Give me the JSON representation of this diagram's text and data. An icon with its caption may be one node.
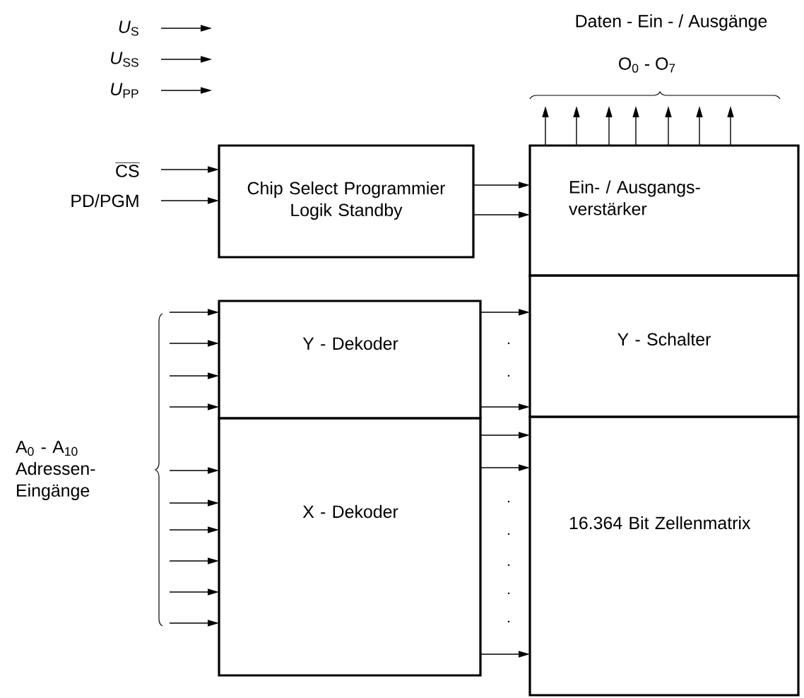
{
  "diagram": {
    "nodes": [
      {
        "text": [
          "Chip Select Programmier Logik Standby"
        ]
      },
      {
        "text": [
          "Ein- / Ausgangs- verstärker"
        ]
      },
      {
        "text": [
          "Y - Schalter"
        ]
      },
      {
        "text": [
          "16.364 Bit Zellenmatrix"
        ]
      },
      {
        "text": [
          "Y - Dekoder"
        ]
      },
      {
        "text": [
          "X - Dekoder"
        ]
      },
      {
        "text": [
          "*U*$_{S}$"
        ]
      },
      {
        "text": [
          "*U*$_{SS}$"
        ]
      },
      {
        "text": [
          "*U*$_{PP}$"
        ]
      },
      {
        "text": [
          "CS"
        ]
      },
      {
        "text": [
          "PD/PGM"
        ]
      }
    ],
    "edges": [
      {
        "from": 6,
        "to": null,
        "arrow": "to"
      },
      {
        "from": 7,
        "to": null,
        "arrow": "to"
      },
      {
        "from": 8,
        "to": null,
        "arrow": "to"
      },
      {
        "from": 9,
        "to": 0,
        "arrow": "to"
      },
      {
        "from": 10,
        "to": 0,
        "arrow": "to"
      },
      {
        "from": 0,
        "to": 1,
        "arrow": "to"
      },
      {
        "from": 0,
        "to": 1,
        "arrow": "to"
      },
      {
        "from": null,
        "to": 4,
        "arrow": "to"
      },
      {
        "from": null,
        "to": 4,
        "arrow": "to"
      },
      {
        "from": null,
        "to": 4,
        "arrow": "to"
      },
      {
        "from": null,
        "to": 4,
        "arrow": "to"
      },
      {
        "from": null,
        "to": 5,
        "arrow": "to"
      },
      {
        "from": null,
        "to": 5,
        "arrow": "to"
      },
      {
        "from": null,
        "to": 5,
        "arrow": "to"
      },
      {
        "from": null,
        "to": 5,
        "arrow": "to"
      },
      {
        "from": null,
        "to": 5,
        "arrow": "to"
      },
      {
        "from": null,
        "to": 5,
        "arrow": "to"
      },
      {
        "from": 4,
        "to": 2,
        "arrow": "to"
      },
      {
        "from": 4,
        "to": 2,
        "arrow": "to"
      },
      {
        "from": 5,
        "to": 3,
        "arrow": "to"
      },
      {
        "from": 5,
        "to": 3,
        "arrow": "to"
      },
      {
        "from": 5,
        "to": 3,
        "arrow": "to"
      },
      {
        "from": 1,
        "to": null,
        "arrow": "to"
      },
      {
        "from": 1,
        "to": null,
        "arrow": "to"
      },
      {
        "from": 1,
        "to": null,
        "arrow": "to"
      },
      {
        "from": 1,
        "to": null,
        "arrow": "to"
      },
      {
        "from": 1,
        "to": null,
        "arrow": "to"
      },
      {
        "from": 1,
        "to": null,
        "arrow": "to"
      },
      {
        "from": 1,
        "to": null,
        "arrow": "to"
      }
    ],
    "labels": [
      "Daten - Ein - / Ausgänge",
      "O$_{0}$ - O$_{7}$",
      "A$_{0}$ - A$_{10}$ Adressen- Eingänge"
    ]
  }
}
